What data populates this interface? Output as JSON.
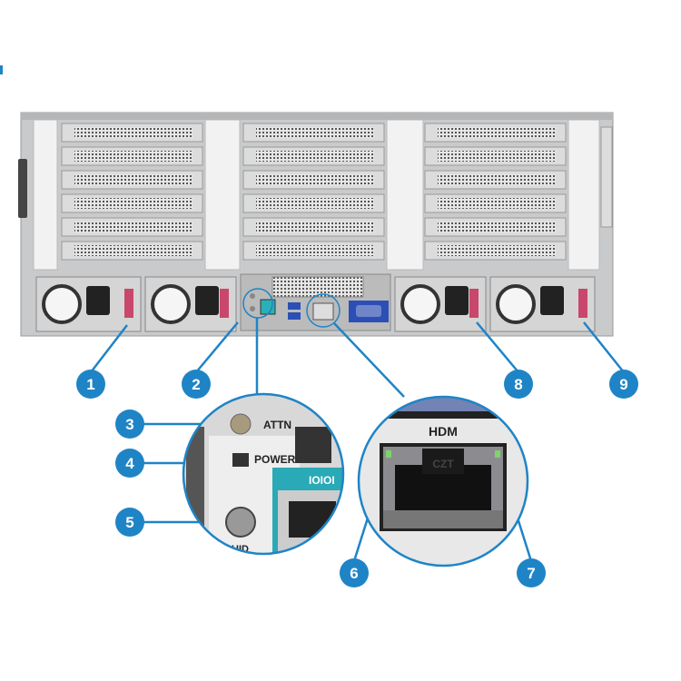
{
  "colors": {
    "accent": "#1f84c6",
    "chassis": "#c9cacc",
    "bracket": "#f2f2f2",
    "vga": "#2b4fb5",
    "led": "#7fd36b"
  },
  "callouts": [
    {
      "number": "1"
    },
    {
      "number": "2"
    },
    {
      "number": "3"
    },
    {
      "number": "4"
    },
    {
      "number": "5"
    },
    {
      "number": "6"
    },
    {
      "number": "7"
    },
    {
      "number": "8"
    },
    {
      "number": "9"
    }
  ],
  "zoom_left": {
    "attn_label": "ATTN",
    "power_label": "POWER",
    "uid_label": "UID",
    "port_label": "IOIOI"
  },
  "zoom_right": {
    "port_label": "HDM",
    "jack_text": "CZT"
  }
}
